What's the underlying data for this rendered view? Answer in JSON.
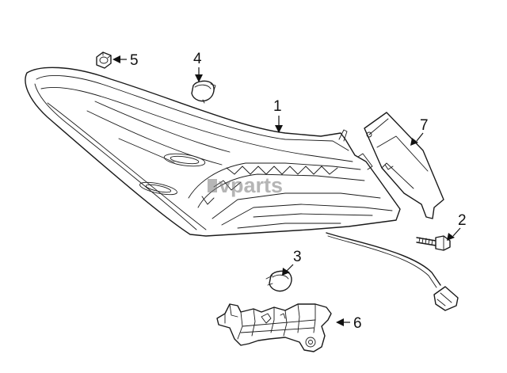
{
  "watermark": "vparts",
  "callouts": [
    {
      "id": "1",
      "label": "1"
    },
    {
      "id": "2",
      "label": "2"
    },
    {
      "id": "3",
      "label": "3"
    },
    {
      "id": "4",
      "label": "4"
    },
    {
      "id": "5",
      "label": "5"
    },
    {
      "id": "6",
      "label": "6"
    },
    {
      "id": "7",
      "label": "7"
    }
  ],
  "colors": {
    "line": "#1a1a1a",
    "background": "#ffffff",
    "watermark": "#7a7a7a"
  }
}
